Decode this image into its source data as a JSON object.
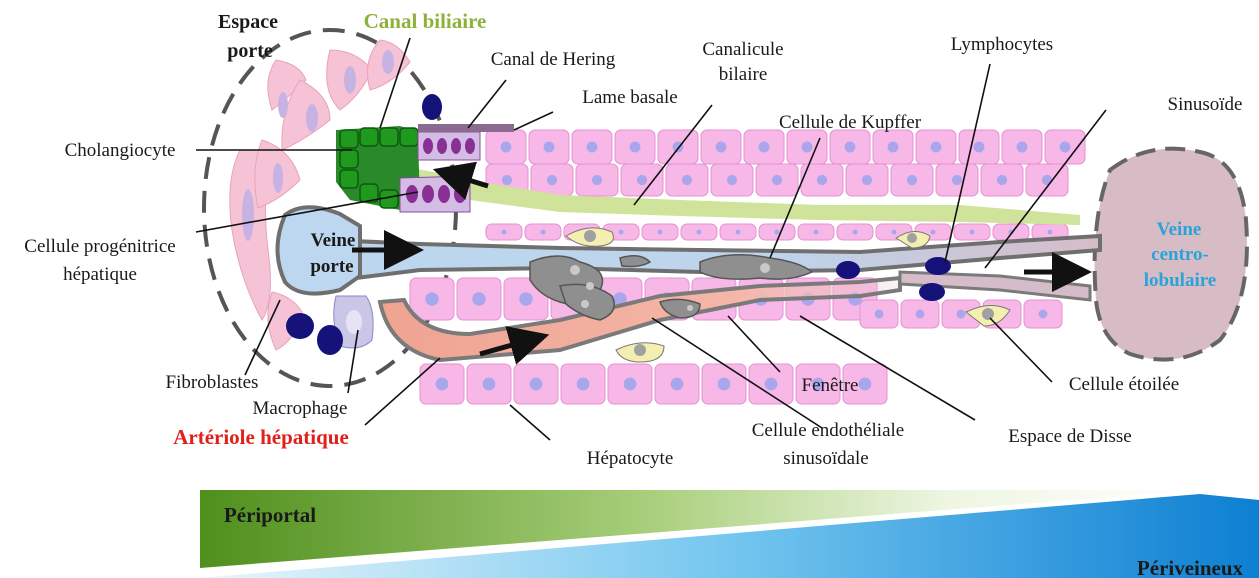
{
  "colors": {
    "hepatocyte": "#f7b8e8",
    "hepatocyte_nucleus": "#a9a6ec",
    "bile_canal": "#cfe39a",
    "cholangiocyte": "#1f9a1f",
    "progenitor": "#9a3f9e",
    "portal_vein_blood": "#bcd7ef",
    "arteriole_blood": "#f2a79a",
    "central_vein": "#d7bcc6",
    "endothelium": "#8a8a8a",
    "lymphocyte": "#15137a",
    "canal_biliaire_label": "#8bb33a",
    "arteriole_label": "#e0201a",
    "veine_centro_label": "#2aa3d8",
    "periportal_green": "#5c9a26",
    "periveineux_blue": "#1689d8"
  },
  "labels": {
    "espace_porte": [
      "Espace",
      "porte"
    ],
    "canal_biliaire": "Canal biliaire",
    "canal_hering": "Canal de Hering",
    "canalicule": [
      "Canalicule",
      "bilaire"
    ],
    "lame_basale": "Lame basale",
    "lymphocytes": "Lymphocytes",
    "sinusoide": "Sinusoïde",
    "kupffer": "Cellule de Kupffer",
    "cholangiocyte": "Cholangiocyte",
    "progenitrice": [
      "Cellule progénitrice",
      "hépatique"
    ],
    "veine_porte": [
      "Veine",
      "porte"
    ],
    "veine_centro": [
      "Veine",
      "centro-",
      "lobulaire"
    ],
    "fibroblastes": "Fibroblastes",
    "macrophage": "Macrophage",
    "arteriole": "Artériole hépatique",
    "fenetre": "Fenêtre",
    "cellule_etoilee": "Cellule étoilée",
    "endotheliale": [
      "Cellule endothéliale",
      "sinusoïdale"
    ],
    "espace_disse": "Espace de Disse",
    "hepatocyte": "Hépatocyte",
    "periportal": "Périportal",
    "periveineux": "Périveineux"
  }
}
